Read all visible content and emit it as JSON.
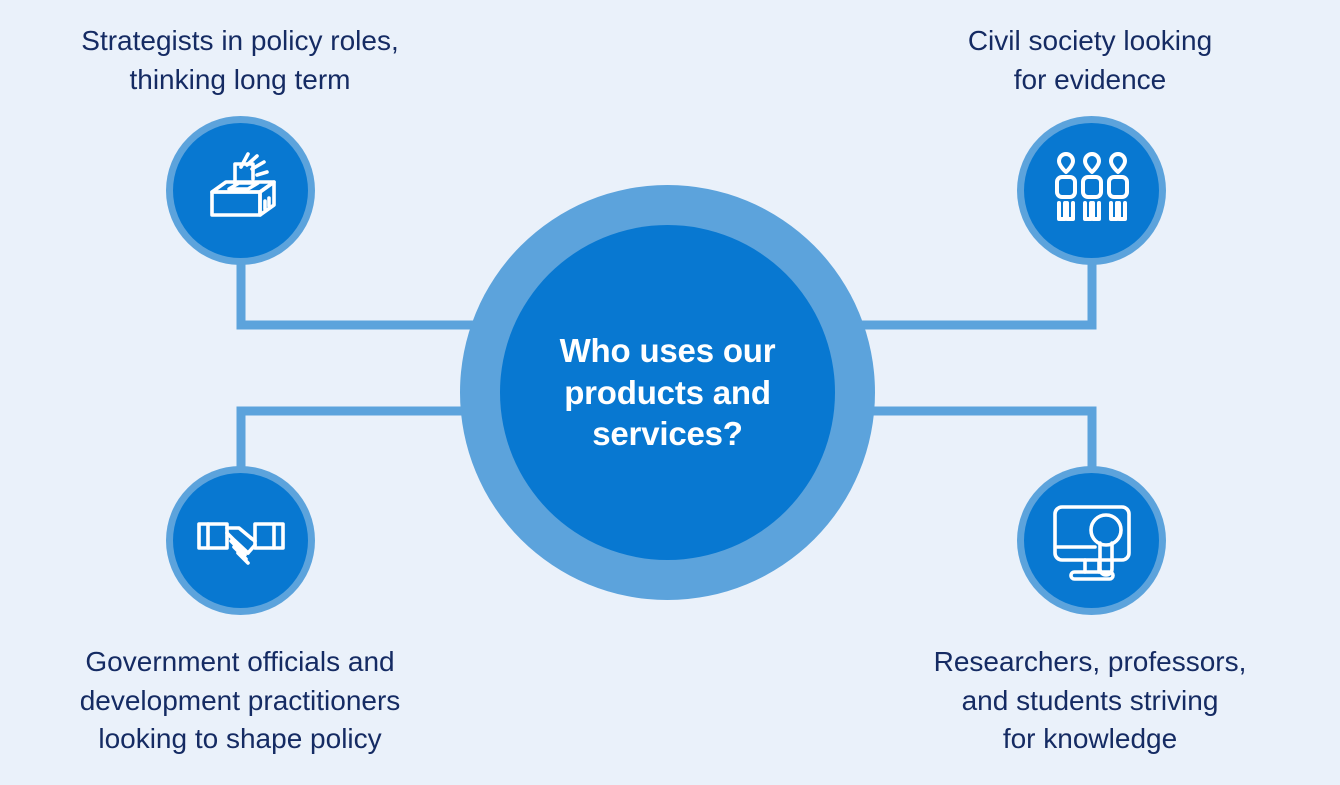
{
  "page": {
    "background_color": "#eaf1fa",
    "type": "hub-and-spoke-diagram"
  },
  "theme": {
    "background": "#eaf1fa",
    "ring_blue": "#5ca3dc",
    "core_blue": "#0878d1",
    "connector_blue": "#5ca3dc",
    "caption_navy": "#152b63",
    "icon_white": "#ffffff"
  },
  "hub": {
    "title": "Who uses our\nproducts and\nservices?"
  },
  "nodes": [
    {
      "id": "top-left",
      "icon": "ballot-box-icon",
      "caption": "Strategists in policy roles,\nthinking long term"
    },
    {
      "id": "top-right",
      "icon": "three-people-icon",
      "caption": "Civil society looking\nfor evidence"
    },
    {
      "id": "bottom-left",
      "icon": "handshake-icon",
      "caption": "Government officials and\ndevelopment practitioners\nlooking to shape policy"
    },
    {
      "id": "bottom-right",
      "icon": "monitor-search-icon",
      "caption": "Researchers, professors,\nand students striving\nfor knowledge"
    }
  ]
}
